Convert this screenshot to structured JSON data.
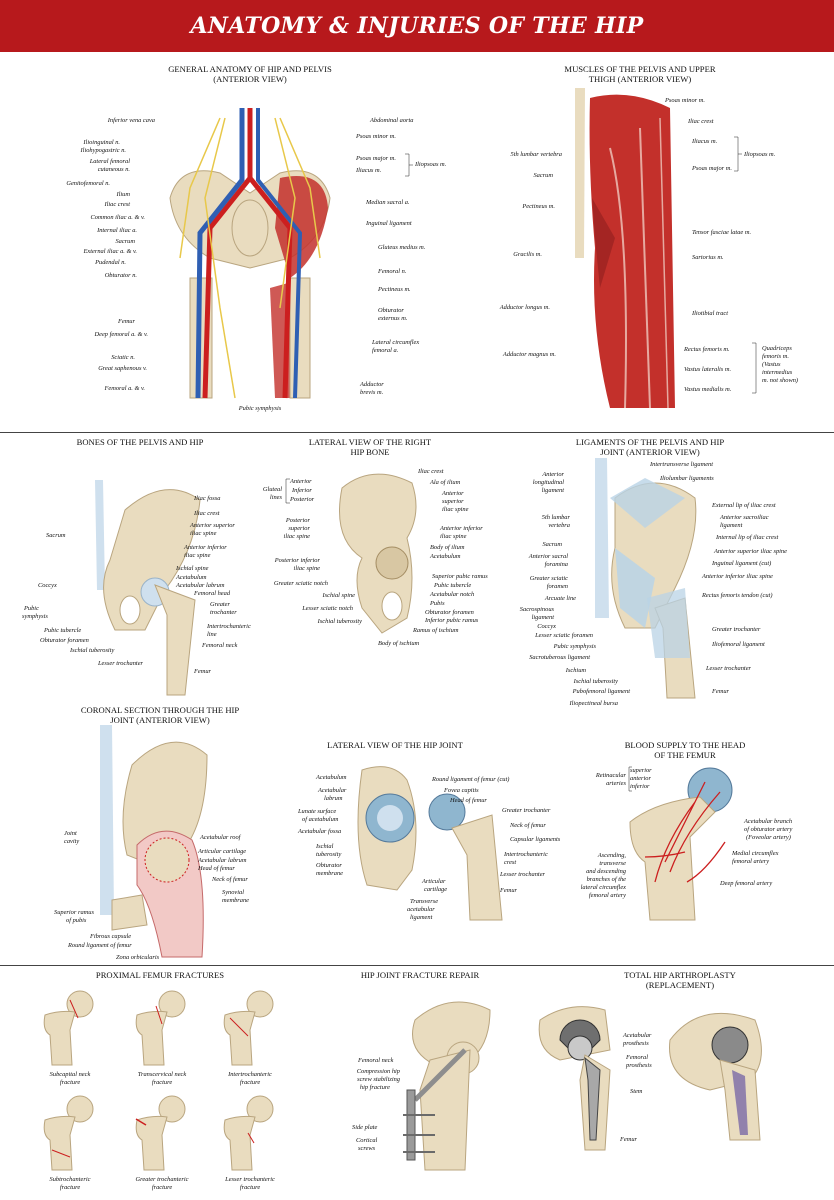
{
  "header": {
    "title": "ANATOMY & INJURIES OF THE HIP"
  },
  "colors": {
    "banner": "#b7191c",
    "bone": "#e9dcbf",
    "muscle": "#c3302b",
    "artery": "#cc1f1f",
    "vein": "#2f5fb3",
    "nerve": "#e8c84a",
    "ligament": "#b9d3e6"
  },
  "panels": {
    "general": {
      "title": "GENERAL  ANATOMY OF HIP AND PELVIS",
      "subtitle": "(ANTERIOR VIEW)",
      "left": [
        "Inferior vena cava",
        "Ilioinguinal n.",
        "Iliohypogastric n.",
        "Lateral femoral",
        "cutaneous n.",
        "Genitofemoral n.",
        "Ilium",
        "Iliac crest",
        "Common iliac a. & v.",
        "Internal iliac a.",
        "Sacrum",
        "External iliac a. & v.",
        "Pudendal n.",
        "Obturator n.",
        "Femur",
        "Deep femoral a. & v.",
        "Sciatic n.",
        "Great saphenous v.",
        "Femoral a. & v."
      ],
      "right": [
        "Abdominal aorta",
        "Psoas minor m.",
        "Psoas major m.",
        "Iliacus m.",
        "Iliopsoas m.",
        "Median sacral a.",
        "Inguinal ligament",
        "Gluteus medius m.",
        "Femoral n.",
        "Pectineus m.",
        "Obturator",
        "externus m.",
        "Lateral circumflex",
        "femoral a.",
        "Adductor",
        "brevis m."
      ],
      "bottom": "Pubic symphysis"
    },
    "muscles": {
      "title": "MUSCLES OF THE PELVIS AND UPPER",
      "subtitle": "THIGH  (ANTERIOR VIEW)",
      "left": [
        "5th lumbar vertebra",
        "Sacrum",
        "Pectineus m.",
        "Gracilis m.",
        "Adductor longus m.",
        "Adductor magnus m."
      ],
      "right": [
        "Psoas minor m.",
        "Iliac crest",
        "Iliacus m.",
        "Psoas major m.",
        "Iliopsoas m.",
        "Tensor fasciae latae m.",
        "Sartorius m.",
        "Iliotibial tract",
        "Rectus femoris m.",
        "Vastus lateralis m.",
        "Vastus medialis m.",
        "Quadriceps",
        "femoris m.",
        "(Vastus",
        "intermedius",
        "m. not shown)"
      ]
    },
    "bones": {
      "title": "BONES OF THE PELVIS AND HIP",
      "labels": [
        "Iliac fossa",
        "Iliac crest",
        "Anterior superior",
        "iliac spine",
        "Anterior inferior",
        "iliac spine",
        "Ischial spine",
        "Acetabulum",
        "Acetabular labrum",
        "Femoral head",
        "Greater",
        "trochanter",
        "Intertrochanteric",
        "line",
        "Femoral neck",
        "Femur",
        "Lesser trochanter",
        "Ischial tuberosity",
        "Obturator foramen",
        "Pubic tubercle",
        "Pubic",
        "symphysis",
        "Coccyx",
        "Sacrum"
      ]
    },
    "lateral_bone": {
      "title": "LATERAL VIEW OF THE RIGHT",
      "subtitle": "HIP BONE",
      "labels": [
        "Anterior",
        "Inferior",
        "Posterior",
        "Gluteal",
        "lines",
        "Posterior",
        "superior",
        "iliac spine",
        "Posterior inferior",
        "iliac spine",
        "Greater sciatic notch",
        "Ischial spine",
        "Lesser sciatic notch",
        "Ischial tuberosity",
        "Body of ischium",
        "Iliac crest",
        "Ala of ilium",
        "Anterior",
        "superior",
        "iliac spine",
        "Anterior inferior",
        "iliac spine",
        "Body of ilium",
        "Acetabulum",
        "Superior pubic ramus",
        "Pubic tubercle",
        "Acetabular notch",
        "Pubis",
        "Obturator foramen",
        "Inferior pubic ramus",
        "Ramus of ischium"
      ]
    },
    "ligaments": {
      "title": "LIGAMENTS OF THE PELVIS AND HIP",
      "subtitle": "JOINT (ANTERIOR VIEW)",
      "left": [
        "Anterior",
        "longitudinal",
        "ligament",
        "5th lumbar",
        "vertebra",
        "Sacrum",
        "Anterior sacral",
        "foramina",
        "Greater sciatic",
        "foramen",
        "Arcuate line",
        "Sacrospinous",
        "ligament",
        "Coccyx",
        "Lesser sciatic foramen",
        "Pubic symphysis",
        "Sacrotuberous ligament",
        "Ischium",
        "Ischial tuberosity",
        "Pubofemoral ligament",
        "Iliopectineal bursa"
      ],
      "right": [
        "Intertransverse ligament",
        "Iliolumbar ligaments",
        "External lip of iliac crest",
        "Anterior sacroiliac",
        "ligament",
        "Internal lip of iliac crest",
        "Anterior superior iliac spine",
        "Inguinal ligament (cut)",
        "Anterior inferior iliac spine",
        "Rectus femoris tendon (cut)",
        "Greater trochanter",
        "Iliofemoral ligament",
        "Lesser trochanter",
        "Femur"
      ]
    },
    "coronal": {
      "title": "CORONAL SECTION THROUGH THE HIP",
      "subtitle": "JOINT (ANTERIOR VIEW)",
      "labels": [
        "Joint",
        "cavity",
        "Acetabular roof",
        "Articular cartilage",
        "Acetabular labrum",
        "Head of femur",
        "Neck of femur",
        "Synovial",
        "membrane",
        "Superior ramus",
        "of pubis",
        "Fibrous capsule",
        "Round ligament of femur",
        "Zona orbicularis"
      ]
    },
    "lateral_joint": {
      "title": "LATERAL VIEW OF THE HIP JOINT",
      "labels": [
        "Acetabulum",
        "Acetabular",
        "labrum",
        "Lunate surface",
        "of acetabulum",
        "Acetabular fossa",
        "Ischial",
        "tuberosity",
        "Obturator",
        "membrane",
        "Articular",
        "cartilage",
        "Transverse",
        "acetabular",
        "ligament",
        "Round ligament of femur (cut)",
        "Fovea capitis",
        "Head of femur",
        "Greater trochanter",
        "Neck of femur",
        "Capsular ligaments",
        "Intertrochanteric",
        "crest",
        "Lesser trochanter",
        "Femur"
      ]
    },
    "blood": {
      "title": "BLOOD SUPPLY TO THE HEAD",
      "subtitle": "OF THE FEMUR",
      "labels": [
        "Retinacular",
        "arteries",
        "superior",
        "anterior",
        "inferior",
        "Acetabular branch",
        "of obturator artery",
        "(Foveolar artery)",
        "Medial circumflex",
        "femoral artery",
        "Ascending,",
        "transverse",
        "and descending",
        "branches of the",
        "lateral circumflex",
        "femoral artery",
        "Deep femoral artery"
      ]
    },
    "fractures": {
      "title": "PROXIMAL FEMUR FRACTURES",
      "items": [
        {
          "l1": "Subcapital neck",
          "l2": "fracture"
        },
        {
          "l1": "Transcervical neck",
          "l2": "fracture"
        },
        {
          "l1": "Intertrochanteric",
          "l2": "fracture"
        },
        {
          "l1": "Subtrochanteric",
          "l2": "fracture"
        },
        {
          "l1": "Greater trochanteric",
          "l2": "fracture"
        },
        {
          "l1": "Lesser trochanteric",
          "l2": "fracture"
        }
      ]
    },
    "repair": {
      "title": "HIP JOINT FRACTURE REPAIR",
      "labels": [
        "Femoral neck",
        "Compression hip",
        "screw stabilizing",
        "hip fracture",
        "Side plate",
        "Cortical",
        "screws"
      ]
    },
    "arthroplasty": {
      "title": "TOTAL HIP ARTHROPLASTY",
      "subtitle": "(REPLACEMENT)",
      "labels": [
        "Acetabular",
        "prosthesis",
        "Femoral",
        "prosthesis",
        "Stem",
        "Femur"
      ]
    }
  }
}
